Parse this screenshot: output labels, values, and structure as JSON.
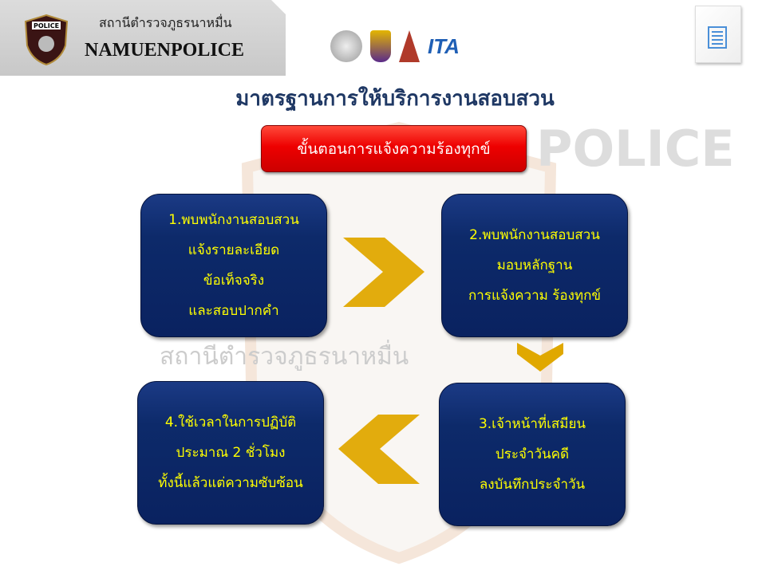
{
  "header": {
    "thai_name": "สถานีตำรวจภูธรนาหมื่น",
    "english_name": "NAMUENPOLICE",
    "badge_text": "POLICE"
  },
  "logos": {
    "itax": "ITA"
  },
  "watermark": {
    "police": "POLICE",
    "thai": "สถานีตำรวจภูธรนาหมื่น"
  },
  "page_title": "มาตรฐานการให้บริการงานสอบสวน",
  "banner": "ขั้นตอนการแจ้งความร้องทุกข์",
  "steps": [
    {
      "lines": [
        "1.พบพนักงานสอบสวน",
        "แจ้งรายละเอียด",
        "ข้อเท็จจริง",
        "และสอบปากคำ"
      ]
    },
    {
      "lines": [
        "2.พบพนักงานสอบสวน",
        "มอบหลักฐาน",
        "การแจ้งความ ร้องทุกข์"
      ]
    },
    {
      "lines": [
        "3.เจ้าหน้าที่เสมียน",
        "ประจำวันคดี",
        "ลงบันทึกประจำวัน"
      ]
    },
    {
      "lines": [
        "4.ใช้เวลาในการปฏิบัติ",
        "ประมาณ 2 ชั่วโมง",
        "ทั้งนี้แล้วแต่ความซับซ้อน"
      ]
    }
  ],
  "colors": {
    "box": "#0d2a6a",
    "text": "#ffff00",
    "arrow": "#e0a800",
    "banner": "#e00000",
    "title": "#1f3864"
  }
}
